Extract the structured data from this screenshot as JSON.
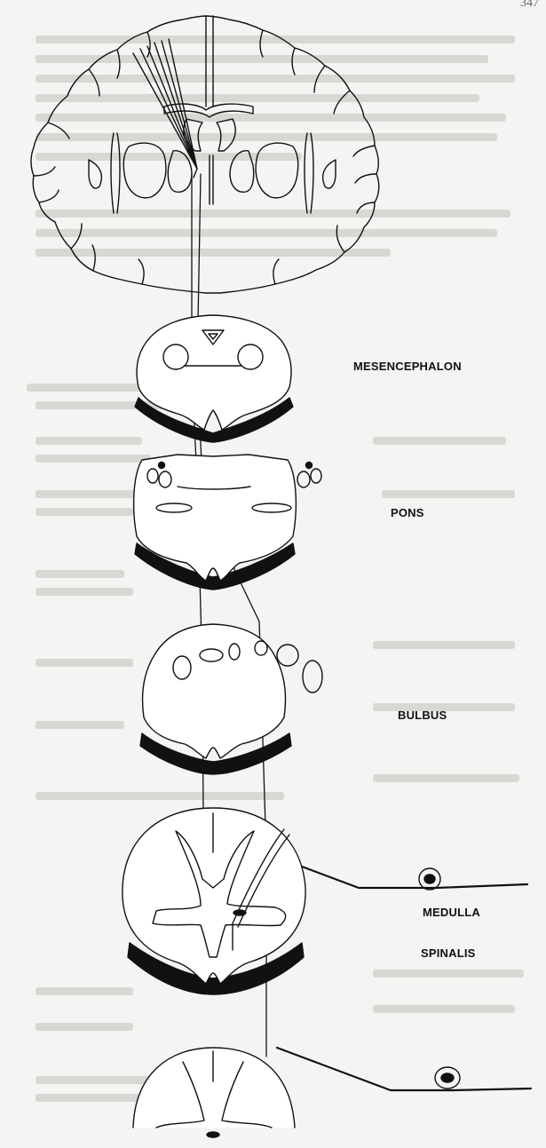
{
  "page": {
    "corner_mark": "347"
  },
  "labels": {
    "mesencephalon": "MESENCEPHALON",
    "pons": "PONS",
    "bulbus": "BULBUS",
    "medulla": "MEDULLA",
    "spinalis": "SPINALIS"
  },
  "colors": {
    "paper": "#f4f4f2",
    "ink": "#111111",
    "bleed_text": "#d7d7d3"
  }
}
